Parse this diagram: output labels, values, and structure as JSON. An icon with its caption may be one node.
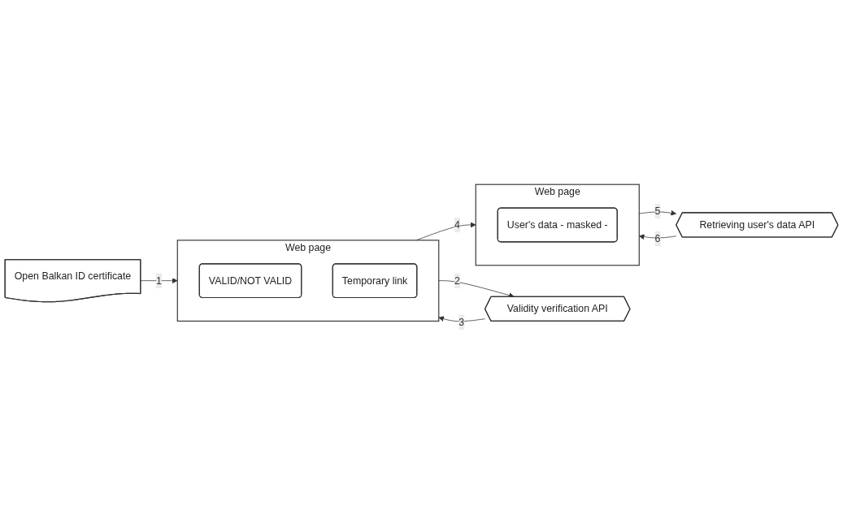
{
  "diagram": {
    "nodes": [
      {
        "text": [
          "Validity verification API"
        ]
      },
      {
        "text": [
          "Retrieving user's data API"
        ]
      },
      {
        "text": [
          "Open Balkan ID certificate"
        ]
      },
      {
        "text": [
          "Web page"
        ]
      },
      {
        "text": [
          "VALID/NOT VALID"
        ],
        "in": 3
      },
      {
        "text": [
          "Temporary link"
        ],
        "in": 3
      },
      {
        "text": [
          "Web page"
        ]
      },
      {
        "text": [
          "User's data - masked -"
        ],
        "in": 6
      }
    ],
    "edges": [
      {
        "from": 2,
        "to": 3,
        "arrow": "to",
        "label": "1"
      },
      {
        "from": 3,
        "to": 0,
        "arrow": "to",
        "label": "2"
      },
      {
        "from": 0,
        "to": 3,
        "arrow": "to",
        "label": "3"
      },
      {
        "from": 3,
        "to": 6,
        "arrow": "to",
        "label": "4"
      },
      {
        "from": 6,
        "to": 1,
        "arrow": "to",
        "label": "5"
      },
      {
        "from": 1,
        "to": 6,
        "arrow": "to",
        "label": "6"
      }
    ]
  }
}
